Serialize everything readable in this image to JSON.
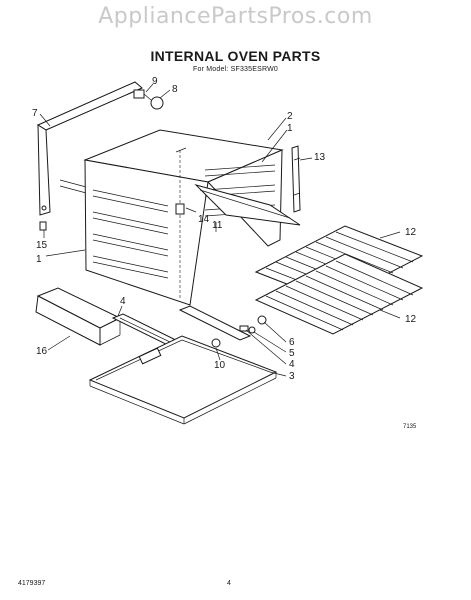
{
  "watermark": "AppliancePartsPros.com",
  "title": "INTERNAL OVEN PARTS",
  "subtitle": "For Model: SF335ESRW0",
  "callouts": {
    "c1a": "1",
    "c1b": "1",
    "c2": "2",
    "c3": "3",
    "c4a": "4",
    "c4b": "4",
    "c5": "5",
    "c6": "6",
    "c7": "7",
    "c8": "8",
    "c9": "9",
    "c10": "10",
    "c11": "11",
    "c12a": "12",
    "c12b": "12",
    "c13": "13",
    "c14": "14",
    "c15": "15",
    "c16": "16"
  },
  "diagram_code": "7135",
  "footer": {
    "doc_number": "4179397",
    "page_number": "4"
  }
}
